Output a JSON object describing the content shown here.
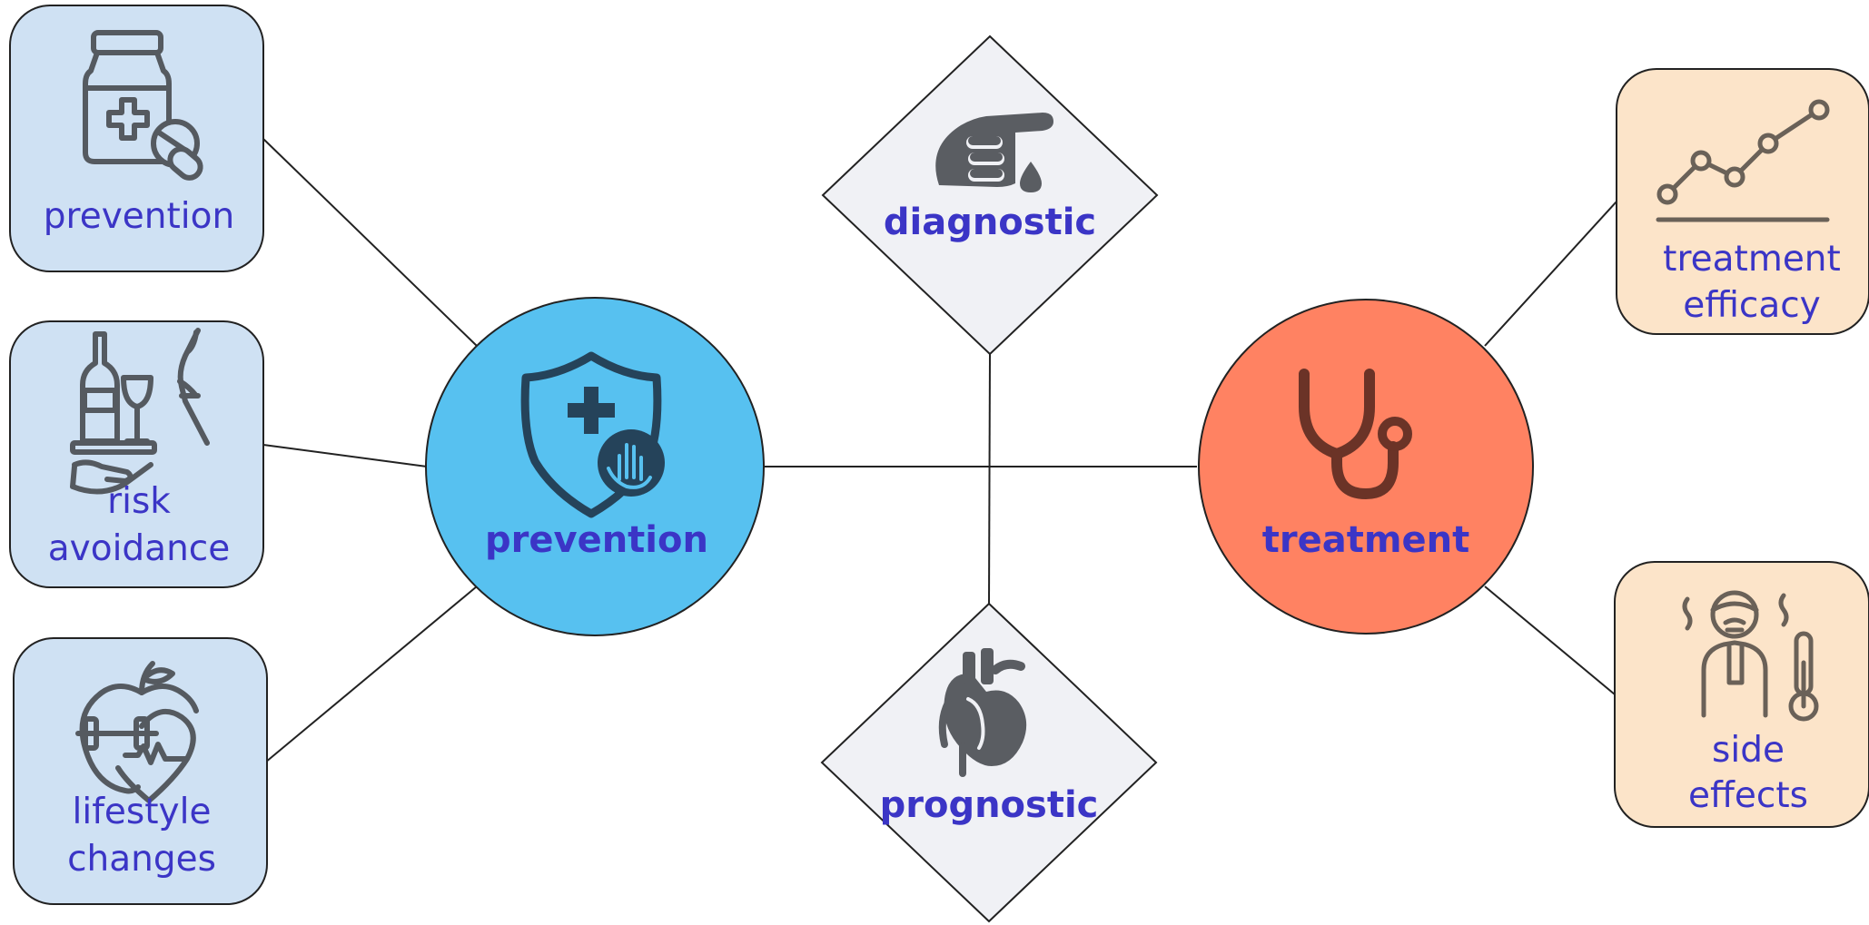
{
  "nodes": {
    "hub_prevention": {
      "label": "prevention",
      "icon": "shield-hand-icon",
      "color": "#57c1f0"
    },
    "hub_treatment": {
      "label": "treatment",
      "icon": "stethoscope-icon",
      "color": "#ff8262"
    },
    "diagnostic": {
      "label": "diagnostic",
      "icon": "blood-drop-finger-icon",
      "color": "#f0f1f5"
    },
    "prognostic": {
      "label": "prognostic",
      "icon": "heart-anatomy-icon",
      "color": "#f0f1f5"
    },
    "leaf_prevention": {
      "label": "prevention",
      "icon": "medicine-jar-icon",
      "color": "#cfe1f3"
    },
    "leaf_risk": {
      "label_line1": "risk",
      "label_line2": "avoidance",
      "icon": "alcohol-refuse-icon",
      "color": "#cfe1f3"
    },
    "leaf_lifestyle": {
      "label_line1": "lifestyle",
      "label_line2": "changes",
      "icon": "apple-dumbbell-heart-icon",
      "color": "#cfe1f3"
    },
    "leaf_efficacy": {
      "label_line1": "treatment",
      "label_line2": "efficacy",
      "icon": "line-chart-icon",
      "color": "#fce4c9"
    },
    "leaf_side_effects": {
      "label_line1": "side",
      "label_line2": "effects",
      "icon": "sick-person-thermometer-icon",
      "color": "#fce4c9"
    }
  },
  "colors": {
    "label_text": "#3b35c6",
    "edge": "#222222"
  }
}
